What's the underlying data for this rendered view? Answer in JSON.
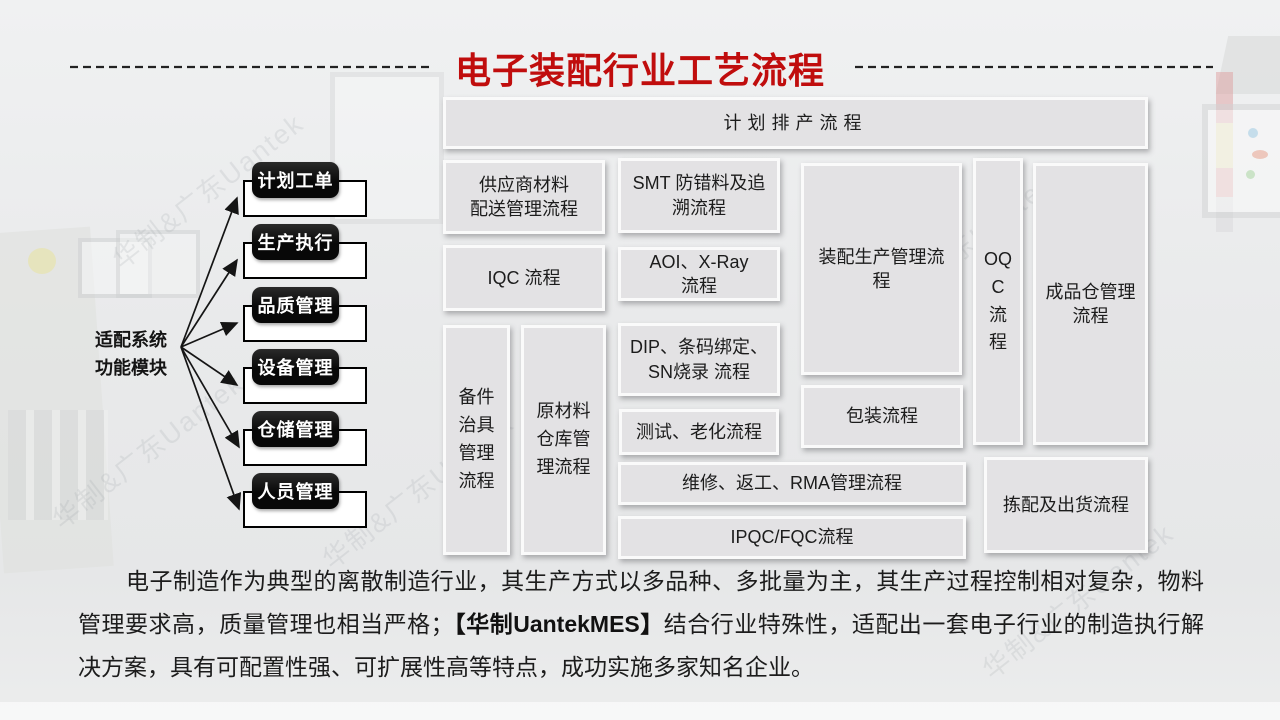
{
  "title": "电子装配行业工艺流程",
  "watermark": "华制&广东Uantek",
  "left_panel": {
    "label": {
      "line1": "适配系统",
      "line2": "功能模块"
    },
    "modules": [
      "计划工单",
      "生产执行",
      "品质管理",
      "设备管理",
      "仓储管理",
      "人员管理"
    ]
  },
  "flow": {
    "plan_scheduling": "计划排产流程",
    "supplier_delivery": "供应商材料\n配送管理流程",
    "smt_traceability": "SMT 防错料及追\n溯流程",
    "iqc": "IQC 流程",
    "aoi_xray": "AOI、X-Ray\n流程",
    "assembly_production": "装配生产管理流\n程",
    "oqc": "OQ\nC\n流\n程",
    "finished_goods_warehouse": "成品仓管理\n流程",
    "spare_parts_fixture": "备件\n治具\n管理\n流程",
    "raw_material_warehouse": "原材料\n仓库管\n理流程",
    "dip_barcode_sn": "DIP、条码绑定、\nSN烧录 流程",
    "test_aging": "测试、老化流程",
    "packing": "包装流程",
    "repair_rework_rma": "维修、返工、RMA管理流程",
    "ipqc_fqc": "IPQC/FQC流程",
    "picking_shipping": "拣配及出货流程"
  },
  "description": {
    "text_before": "电子制造作为典型的离散制造行业，其生产方式以多品种、多批量为主，其生产过程控制相对复杂，物料管理要求高，质量管理也相当严格；",
    "brand": "【华制UantekMES】",
    "text_after": "结合行业特殊性，适配出一套电子行业的制造执行解决方案，具有可配置性强、可扩展性高等特点，成功实施多家知名企业。"
  },
  "colors": {
    "title_red": "#c00d0d",
    "flow_box_fill": "#e3e2e4",
    "module_black": "#0d0d0d"
  }
}
